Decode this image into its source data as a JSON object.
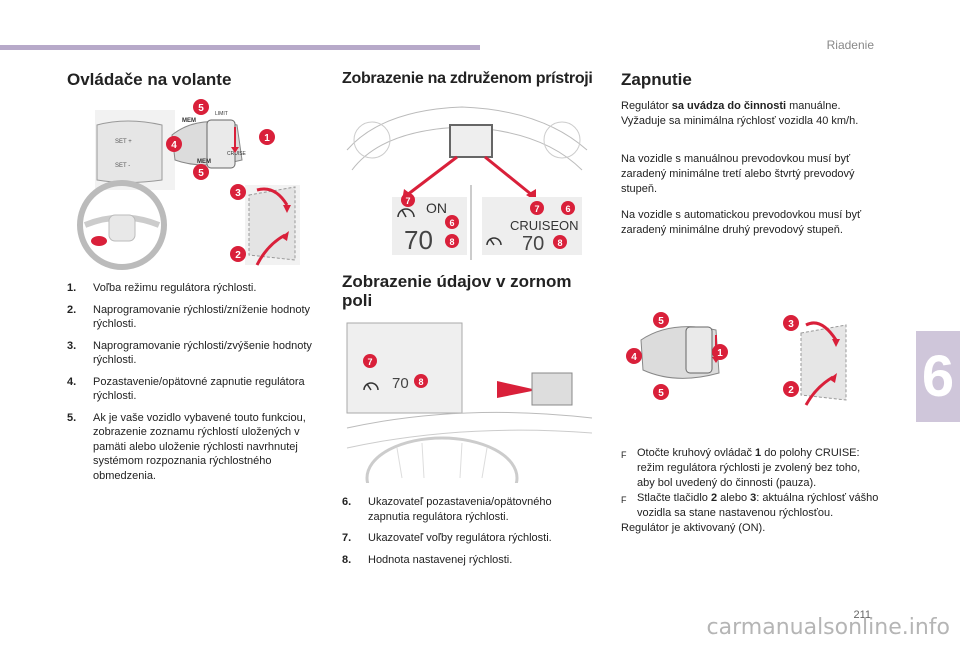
{
  "header": {
    "section": "Riadenie",
    "chapter_number": "6"
  },
  "col1": {
    "title": "Ovládače na volante",
    "figure_labels": {
      "mem": "MEM",
      "set_plus": "SET +",
      "set_minus": "SET -",
      "limit": "LIMIT",
      "cruise": "CRUISE"
    },
    "callouts": [
      "5",
      "1",
      "4",
      "5",
      "3",
      "2"
    ],
    "items": [
      {
        "num": "1.",
        "text": "Voľba režimu regulátora rýchlosti."
      },
      {
        "num": "2.",
        "text": "Naprogramovanie rýchlosti/zníženie hodnoty rýchlosti."
      },
      {
        "num": "3.",
        "text": "Naprogramovanie rýchlosti/zvýšenie hodnoty rýchlosti."
      },
      {
        "num": "4.",
        "text": "Pozastavenie/opätovné zapnutie regulátora rýchlosti."
      },
      {
        "num": "5.",
        "text": "Ak je vaše vozidlo vybavené touto funkciou, zobrazenie zoznamu rýchlostí uložených v pamäti alebo uloženie rýchlosti navrhnutej systémom rozpoznania rýchlostného obmedzenia."
      }
    ]
  },
  "col2": {
    "title": "Zobrazenie na združenom prístroji",
    "display_left": {
      "status": "ON",
      "speed": "70",
      "callouts": [
        "7",
        "6",
        "8"
      ]
    },
    "display_right": {
      "mode": "CRUISE",
      "status": "ON",
      "speed": "70",
      "callouts": [
        "7",
        "6",
        "8"
      ]
    },
    "hud_title": "Zobrazenie údajov v zornom poli",
    "hud": {
      "speed": "70",
      "callouts": [
        "7",
        "8"
      ]
    },
    "items": [
      {
        "num": "6.",
        "text": "Ukazovateľ pozastavenia/opätovného zapnutia regulátora rýchlosti."
      },
      {
        "num": "7.",
        "text": "Ukazovateľ voľby regulátora rýchlosti."
      },
      {
        "num": "8.",
        "text": "Hodnota nastavenej rýchlosti."
      }
    ]
  },
  "col3": {
    "title": "Zapnutie",
    "p1_pre": "Regulátor ",
    "p1_bold": "sa uvádza do činnosti",
    "p1_post": " manuálne. Vyžaduje sa minimálna rýchlosť vozidla 40 km/h.",
    "p2": "Na vozidle s manuálnou prevodovkou musí byť zaradený minimálne tretí alebo štvrtý prevodový stupeň.",
    "p3": "Na vozidle s automatickou prevodovkou musí byť zaradený minimálne druhý prevodový stupeň.",
    "callouts": [
      "5",
      "3",
      "4",
      "1",
      "5",
      "2"
    ],
    "bullet_mark": "F",
    "b1_pre": "Otočte kruhový ovládač ",
    "b1_bold": "1",
    "b1_post": " do polohy CRUISE: režim regulátora rýchlosti je zvolený bez toho, aby bol uvedený do činnosti (pauza).",
    "b2_pre": "Stlačte tlačidlo ",
    "b2_bold1": "2",
    "b2_mid": " alebo ",
    "b2_bold2": "3",
    "b2_post": ": aktuálna rýchlosť vášho vozidla sa stane nastavenou rýchlosťou.",
    "final": "Regulátor je aktivovaný (ON)."
  },
  "footer": {
    "page": "211",
    "watermark": "carmanualsonline.info"
  },
  "colors": {
    "accent_red": "#d9203a",
    "tab": "#cfc6da",
    "bar": "#b7a9c9"
  }
}
